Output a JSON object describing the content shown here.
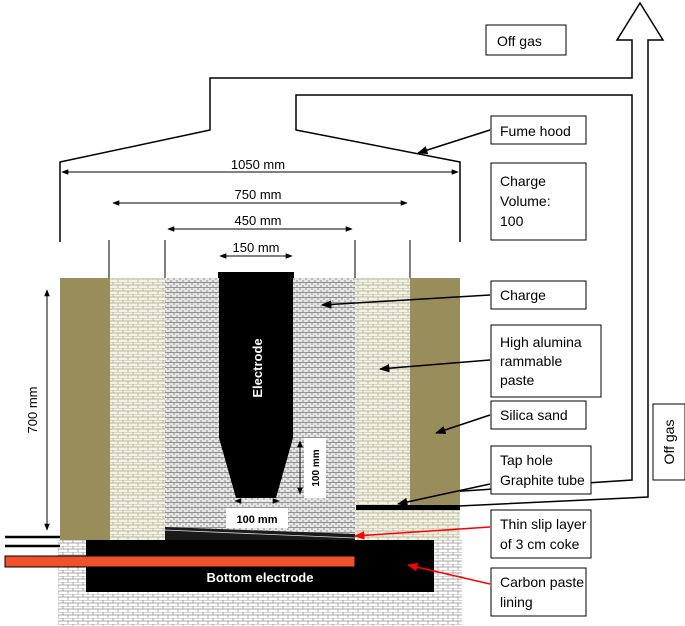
{
  "labels": {
    "off_gas_top": "Off gas",
    "off_gas_side": "Off gas",
    "fume_hood": "Fume hood",
    "charge_volume": [
      "Charge",
      "Volume:",
      "100"
    ],
    "charge": "Charge",
    "high_alumina": [
      "High alumina",
      "rammable",
      "paste"
    ],
    "silica_sand": "Silica sand",
    "tap_hole": [
      "Tap hole",
      "Graphite tube"
    ],
    "thin_slip": [
      "Thin slip layer",
      "of 3 cm coke"
    ],
    "carbon_paste": [
      "Carbon paste",
      "lining"
    ],
    "electrode": "Electrode",
    "bottom_electrode": "Bottom electrode"
  },
  "dimensions": {
    "d1050": "1050 mm",
    "d750": "750 mm",
    "d450": "450 mm",
    "d150": "150 mm",
    "d700": "700 mm",
    "d100_vertical": "100 mm",
    "d100_horizontal": "100 mm"
  },
  "colors": {
    "silica_sand": "#9a8d5c",
    "electrode": "#000000",
    "red_arrow": "#ff0000",
    "graphite_tube": "#f0502a",
    "brick_fill": "#f4f3e4"
  }
}
